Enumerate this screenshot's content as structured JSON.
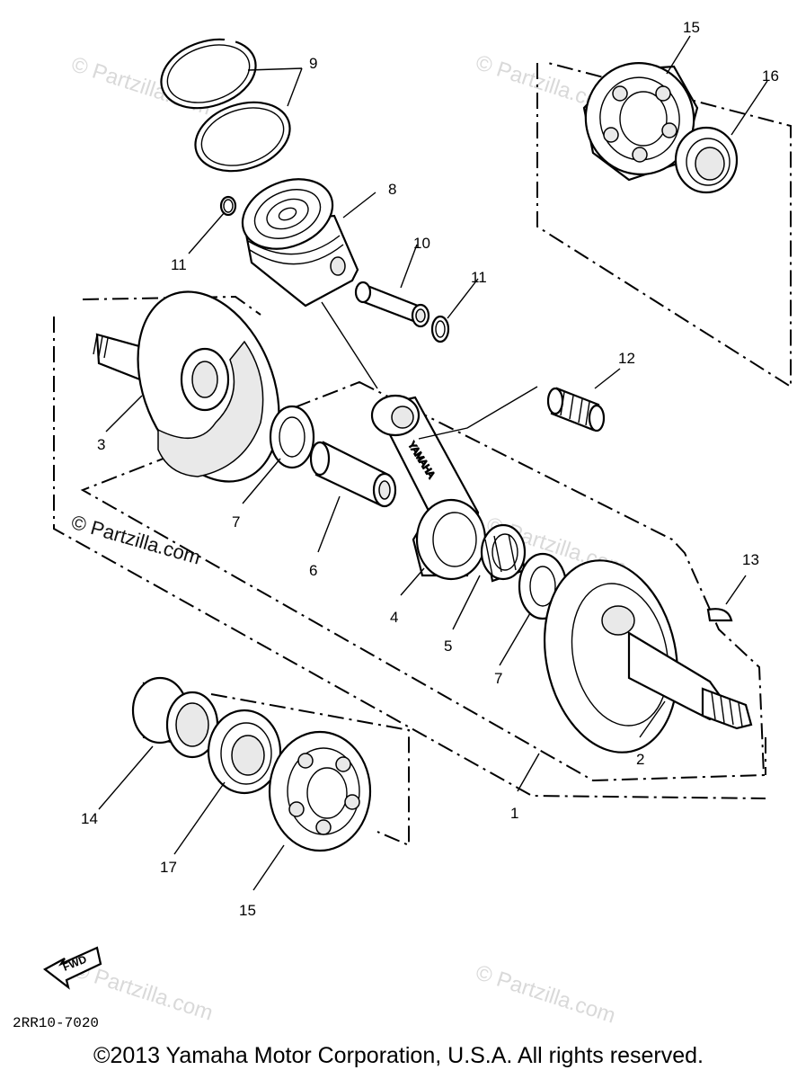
{
  "labels": {
    "l1": "1",
    "l2": "2",
    "l3": "3",
    "l4": "4",
    "l5": "5",
    "l6": "6",
    "l7a": "7",
    "l7b": "7",
    "l8": "8",
    "l9": "9",
    "l10": "10",
    "l11a": "11",
    "l11b": "11",
    "l12": "12",
    "l13": "13",
    "l14": "14",
    "l15a": "15",
    "l15b": "15",
    "l16": "16",
    "l17": "17"
  },
  "rod_marking": "YAMAHA",
  "fwd_marking": "FWD",
  "diagram_code": "2RR10-7020",
  "watermark_main": "© Partzilla.com",
  "watermark_faint": "© Partzilla.com",
  "copyright": "©2013 Yamaha Motor Corporation, U.S.A. All rights reserved."
}
